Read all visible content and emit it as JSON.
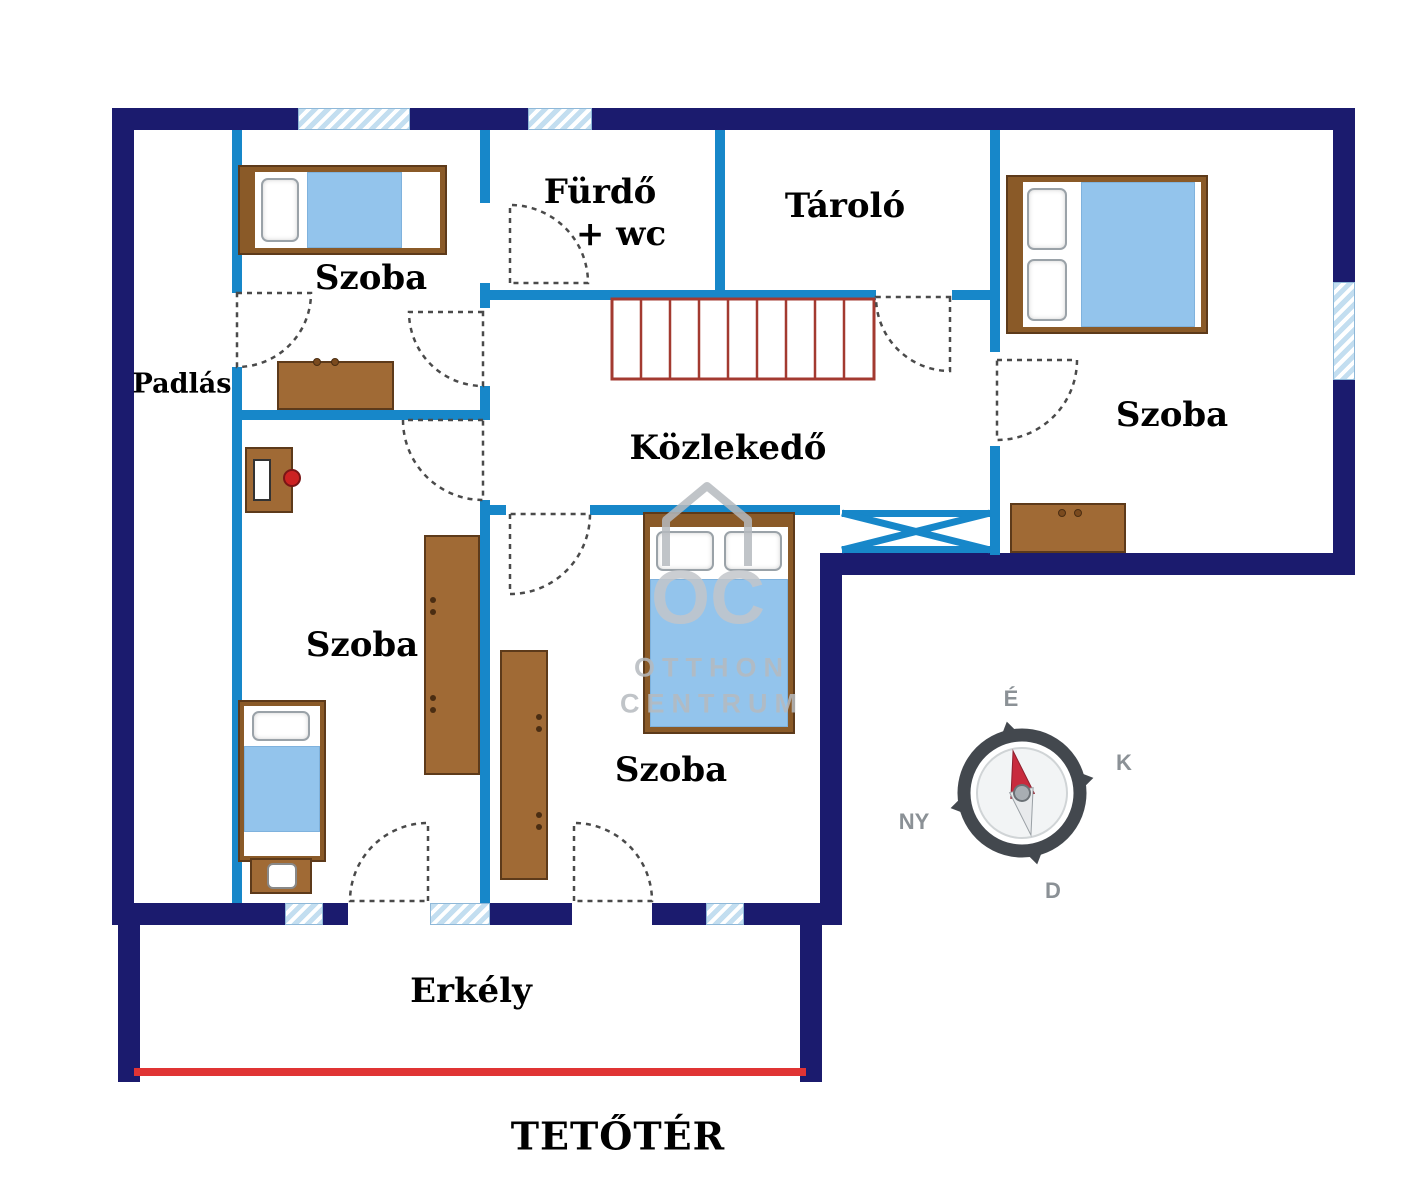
{
  "title": "TETŐTÉR",
  "labels": {
    "szoba_top_left": "Szoba",
    "furdo_line1": "Fürdő",
    "furdo_line2": "+ wc",
    "tarolo": "Tároló",
    "padlas": "Padlás",
    "szoba_top_right": "Szoba",
    "kozlekedo": "Közlekedő",
    "szoba_mid_left": "Szoba",
    "szoba_bottom": "Szoba",
    "erkely": "Erkély"
  },
  "compass": {
    "north": "É",
    "east": "K",
    "south": "D",
    "west": "NY"
  },
  "watermark": {
    "logo": "OC",
    "line1": "OTTHON",
    "line2": "CENTRUM"
  },
  "colors": {
    "outer_wall": "#1b1b6e",
    "inner_wall": "#1787c9",
    "window_fill": "#c3def0",
    "furniture": "#a06a35",
    "furniture_outline": "#5d3a1a",
    "mattress": "#93c4ec",
    "stairs": "#a33a30",
    "balcony_line": "#e03434",
    "door_arc": "#4a4a4a",
    "watermark_gray": "#b6babf"
  }
}
